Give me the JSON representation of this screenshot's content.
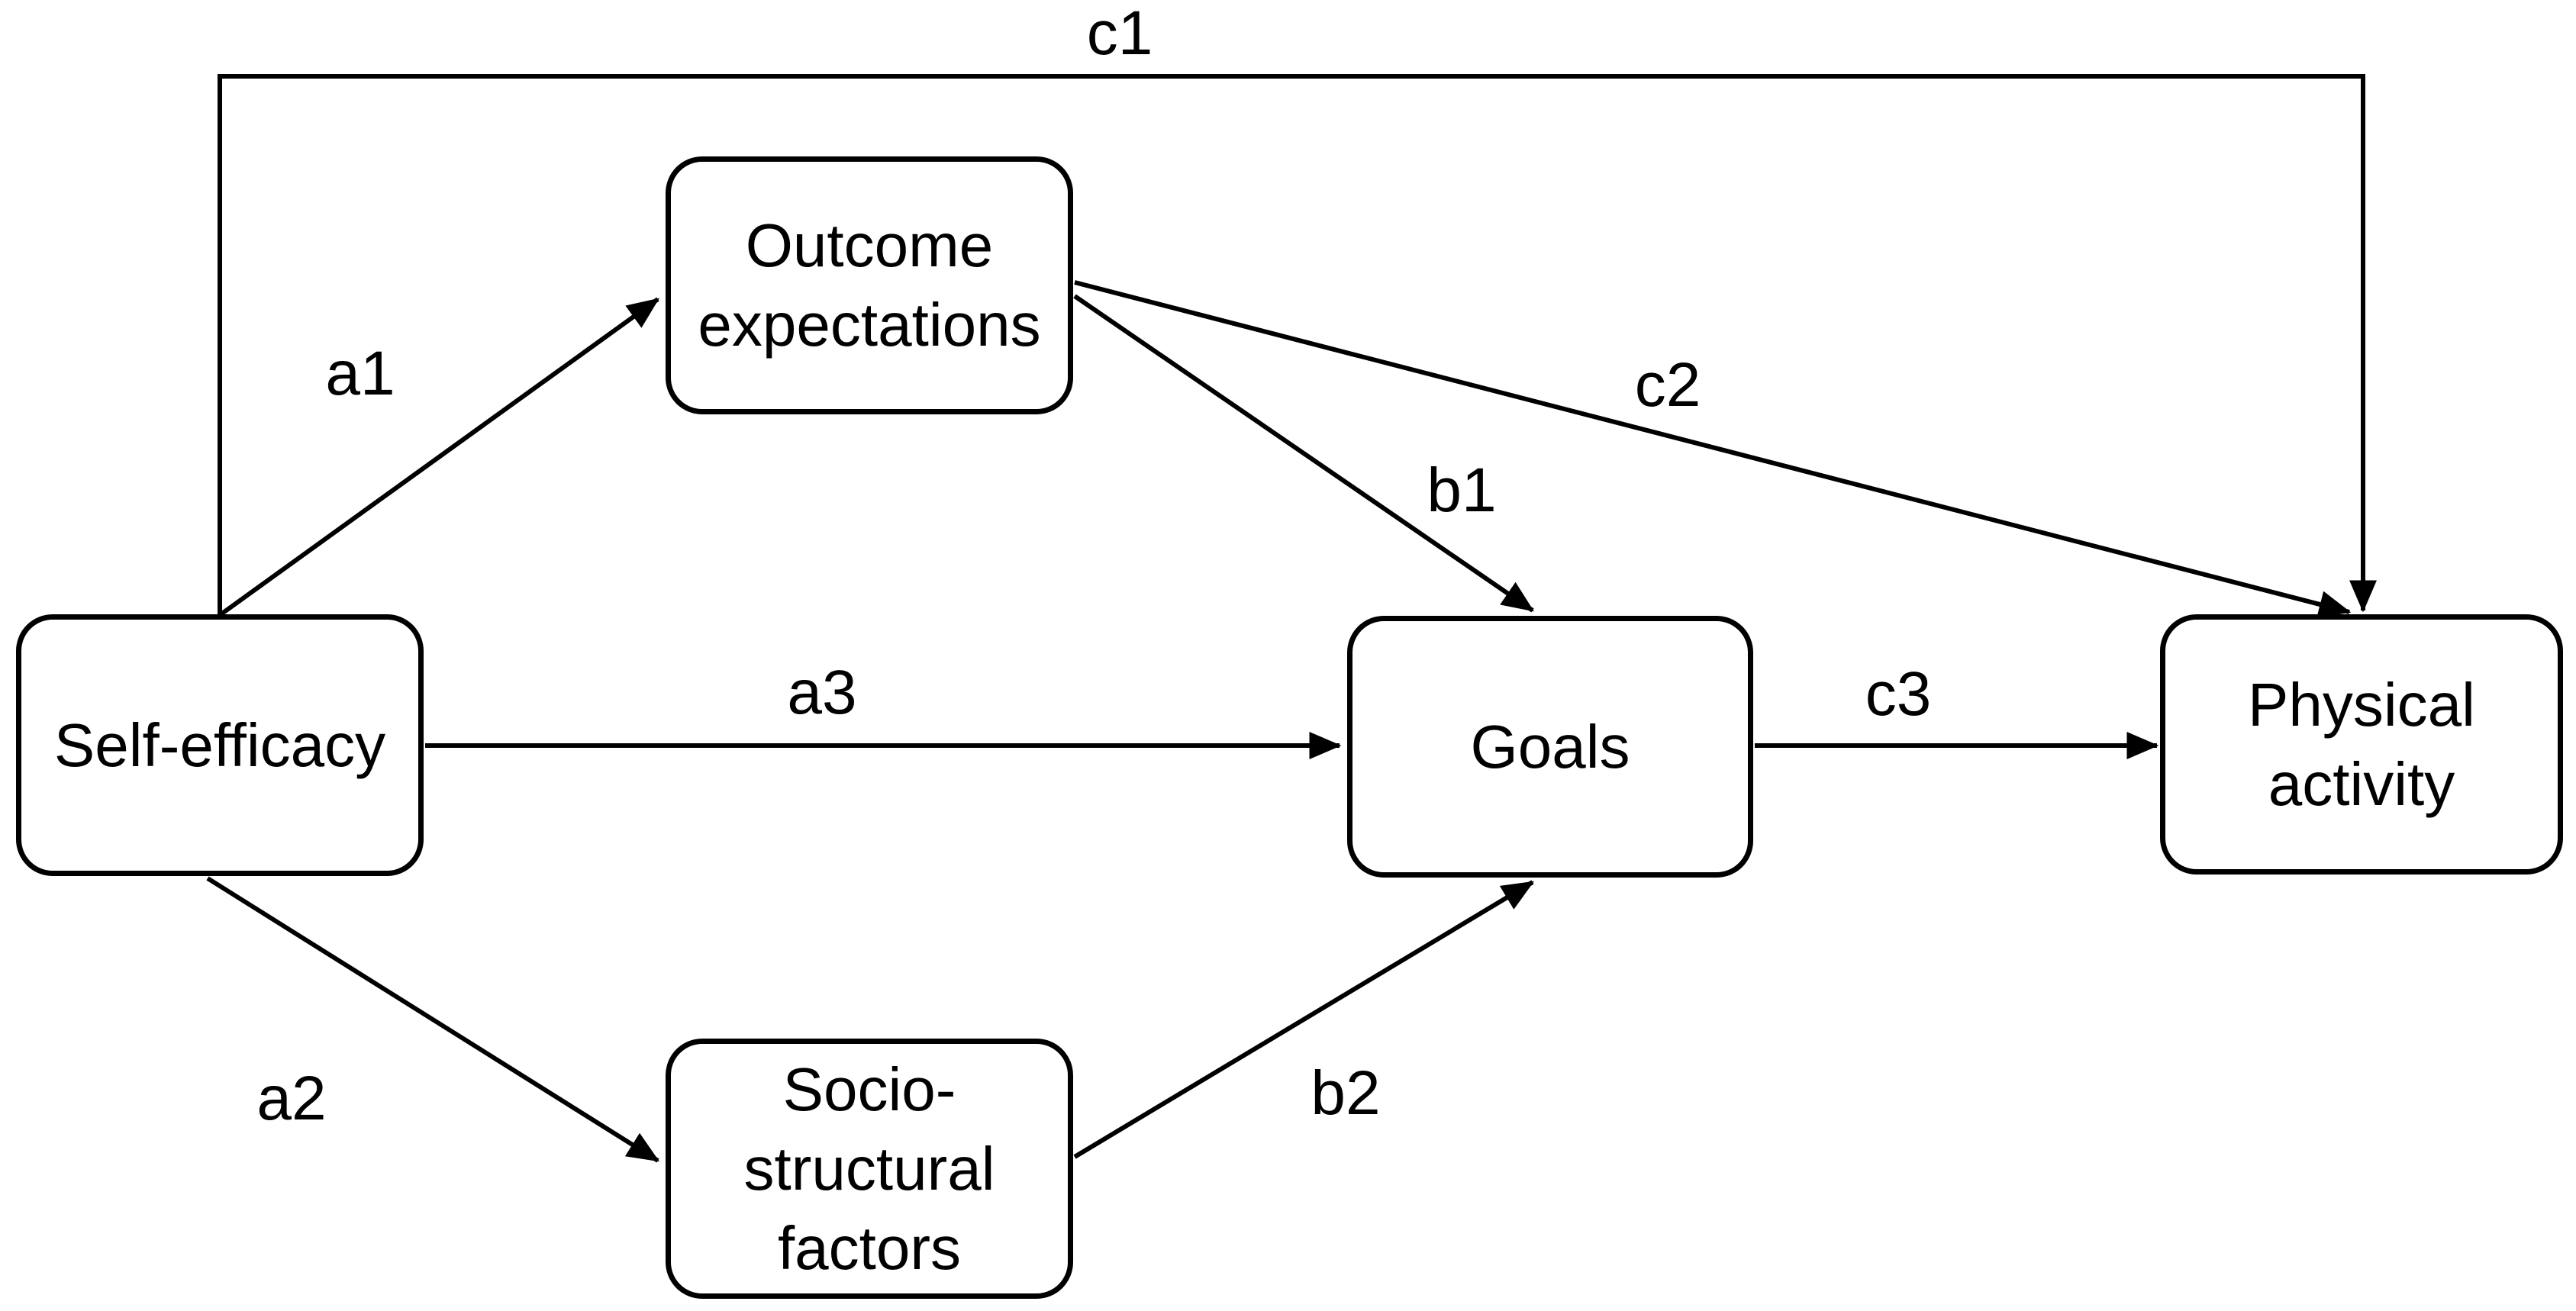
{
  "diagram": {
    "background_color": "#ffffff",
    "line_color": "#000000",
    "nodes": {
      "self_efficacy": {
        "label": "Self-efficacy",
        "lines": [
          "Self-efficacy"
        ]
      },
      "outcome_expectations": {
        "label": "Outcome expectations",
        "lines": [
          "Outcome",
          "expectations"
        ]
      },
      "goals": {
        "label": "Goals",
        "lines": [
          "Goals"
        ]
      },
      "physical_activity": {
        "label": "Physical activity",
        "lines": [
          "Physical",
          "activity"
        ]
      },
      "socio_structural_factors": {
        "label": "Socio-structural factors",
        "lines": [
          "Socio-",
          "structural",
          "factors"
        ]
      }
    },
    "paths": {
      "a1": {
        "label": "a1",
        "from": "self_efficacy",
        "to": "outcome_expectations"
      },
      "a2": {
        "label": "a2",
        "from": "self_efficacy",
        "to": "socio_structural_factors"
      },
      "a3": {
        "label": "a3",
        "from": "self_efficacy",
        "to": "goals"
      },
      "b1": {
        "label": "b1",
        "from": "outcome_expectations",
        "to": "goals"
      },
      "b2": {
        "label": "b2",
        "from": "socio_structural_factors",
        "to": "goals"
      },
      "c1": {
        "label": "c1",
        "from": "self_efficacy",
        "to": "physical_activity"
      },
      "c2": {
        "label": "c2",
        "from": "outcome_expectations",
        "to": "physical_activity"
      },
      "c3": {
        "label": "c3",
        "from": "goals",
        "to": "physical_activity"
      }
    }
  }
}
